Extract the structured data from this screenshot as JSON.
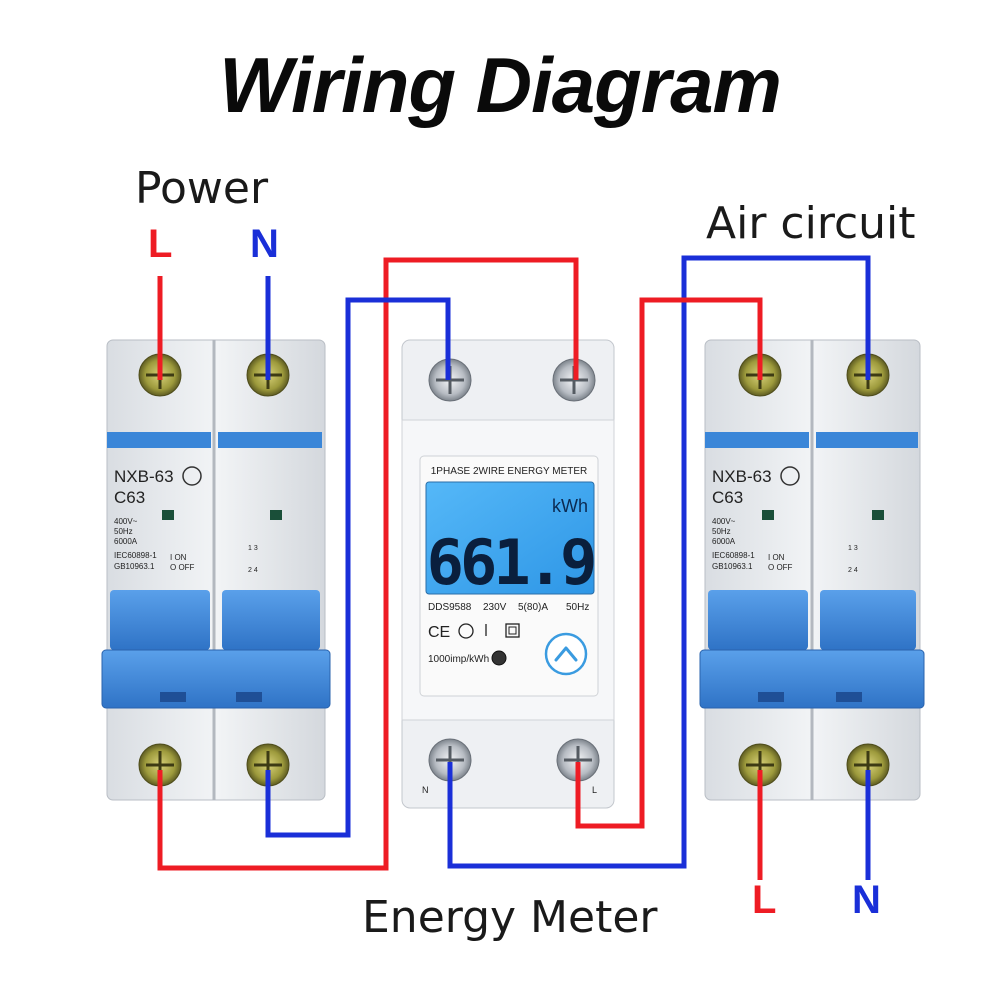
{
  "title": "Wiring Diagram",
  "labels": {
    "power": "Power",
    "air_circuit": "Air circuit",
    "energy_meter": "Energy Meter",
    "power_live": "L",
    "power_neutral": "N",
    "out_live": "L",
    "out_neutral": "N"
  },
  "breaker": {
    "model": "NXB-63",
    "rating": "C63",
    "specs": [
      "400V~",
      "50Hz",
      "6000A"
    ],
    "standards": [
      "IEC60898-1",
      "GB10963.1"
    ],
    "on_off": [
      "I ON",
      "O OFF"
    ],
    "terminals": [
      "1 3",
      "2 4"
    ]
  },
  "meter": {
    "header": "1PHASE 2WIRE ENERGY METER",
    "unit": "kWh",
    "reading": "661.9",
    "model": "DDS9588",
    "voltage": "230V",
    "current": "5(80)A",
    "frequency": "50Hz",
    "impulse": "1000imp/kWh",
    "cert_marks": "CE",
    "bottom_terminals": [
      "N",
      "L"
    ]
  },
  "colors": {
    "live": "#ee1c24",
    "neutral": "#1a2fd8",
    "breaker_blue": "#3a86d8",
    "lcd": "#39a8f0"
  }
}
